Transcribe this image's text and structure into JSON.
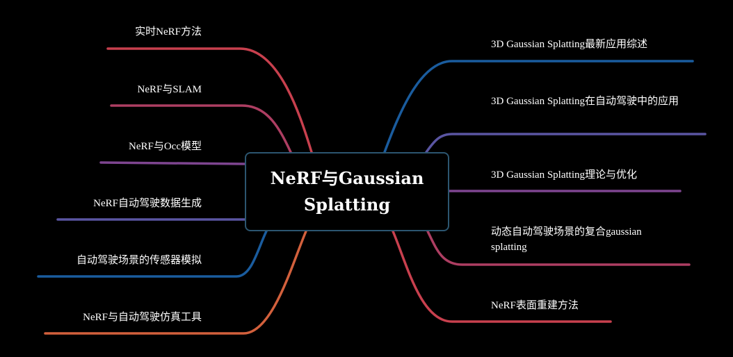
{
  "central_topic": "NeRF与Gaussian Splatting",
  "left_topics": [
    {
      "label": "实时NeRF方法",
      "color": "#c8404e"
    },
    {
      "label": "NeRF与SLAM",
      "color": "#ad3e62"
    },
    {
      "label": "NeRF与Occ模型",
      "color": "#7e4590"
    },
    {
      "label": "NeRF自动驾驶数据生成",
      "color": "#5a55a2"
    },
    {
      "label": "自动驾驶场景的传感器模拟",
      "color": "#1a5c9e"
    },
    {
      "label": "NeRF与自动驾驶仿真工具",
      "color": "#d2603c"
    }
  ],
  "right_topics": [
    {
      "label": "3D Gaussian Splatting最新应用综述",
      "color": "#1a5c9e"
    },
    {
      "label": "3D Gaussian Splatting在自动驾驶中的应用",
      "color": "#5a55a2"
    },
    {
      "label": "3D Gaussian Splatting理论与优化",
      "color": "#7e4590"
    },
    {
      "label": "动态自动驾驶场景的复合gaussian splatting",
      "color": "#ad3e62"
    },
    {
      "label": "NeRF表面重建方法",
      "color": "#c8404e"
    }
  ],
  "colors": {
    "background": "#000000",
    "central_border": "#2c5670",
    "text": "#ffffff"
  }
}
